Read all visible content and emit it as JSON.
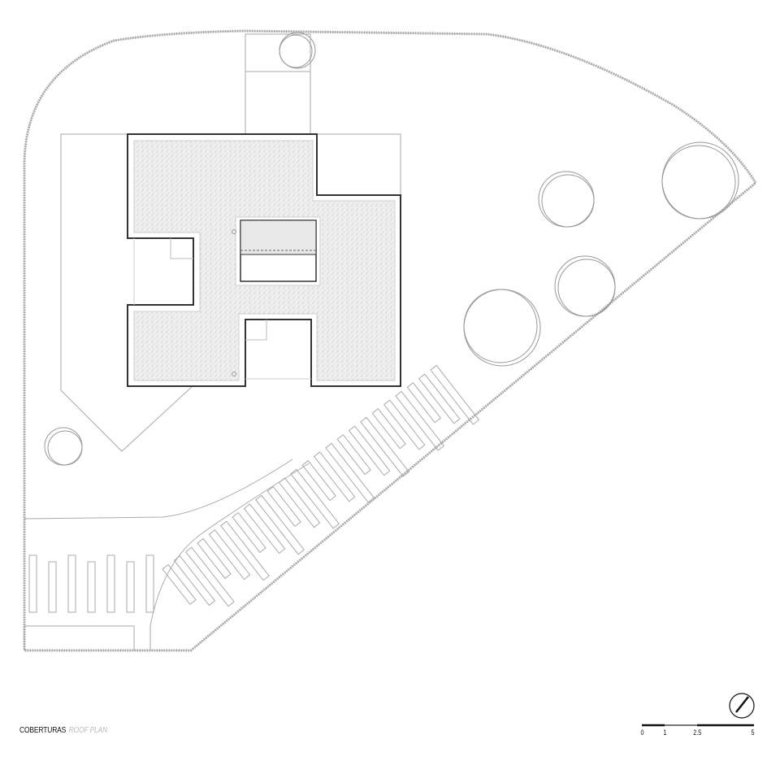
{
  "drawing": {
    "title": "COBERTURAS",
    "subtitle": "ROOF PLAN",
    "scale_labels": [
      "0",
      "1",
      "2.5",
      "5"
    ],
    "colors": {
      "line": "#b0b0b0",
      "roof_outline": "#333333",
      "gravel": "#ececec",
      "skylight": "#e8e8e8"
    }
  }
}
